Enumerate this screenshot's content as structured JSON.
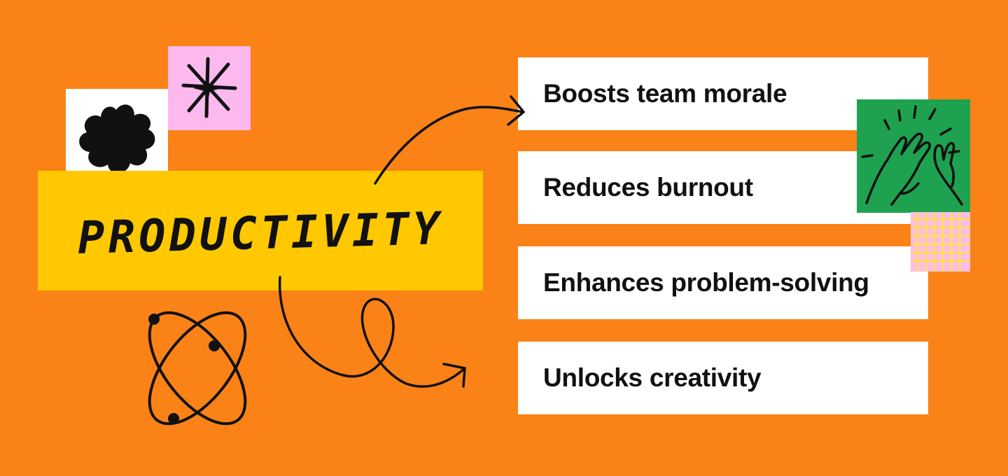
{
  "colors": {
    "background": "#fb8217",
    "banner": "#ffc800",
    "sticker_pink": "#fbb9ee",
    "sticker_green": "#1ea24f",
    "sticker_grid_pink": "#fbbde6",
    "grid_lines": "#ffe24a",
    "ink": "#111111",
    "card": "#ffffff"
  },
  "title": "PRODUCTIVITY",
  "benefits": [
    {
      "label": "Boosts team morale"
    },
    {
      "label": "Reduces burnout"
    },
    {
      "label": "Enhances problem-solving"
    },
    {
      "label": "Unlocks creativity"
    }
  ],
  "icons": {
    "flower": "flower-blob-icon",
    "sparkle": "sparkle-icon",
    "atom": "atom-icon",
    "high_five": "high-five-icon",
    "grid": "grid-pattern-icon",
    "arrow_up": "curved-arrow-icon",
    "arrow_loop": "loop-arrow-icon"
  }
}
